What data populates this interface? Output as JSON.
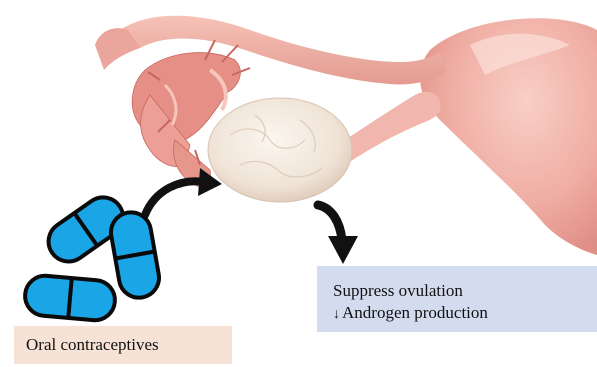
{
  "labels": {
    "treatment": "Oral contraceptives",
    "effects": [
      "Suppress ovulation",
      "Androgen production"
    ],
    "down_arrow": "↓"
  },
  "colors": {
    "pill_fill": "#1aa5e6",
    "pill_outline": "#0a0a0a",
    "tissue": "#f2b8b0",
    "ovary": "#f1e9df",
    "treatment_box": "#f6e3d6",
    "effect_box": "#d3dcef"
  }
}
